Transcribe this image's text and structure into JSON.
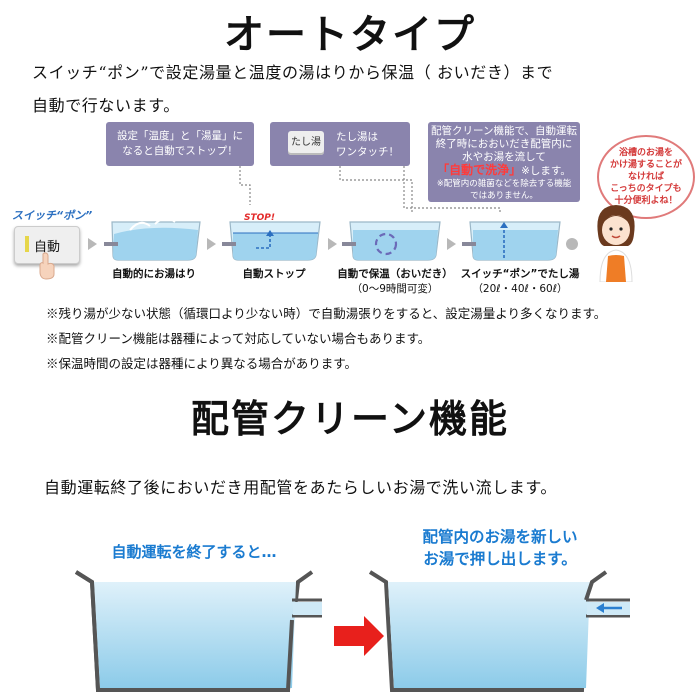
{
  "auto_section": {
    "title": "オートタイプ",
    "desc_line1": "スイッチ“ポン”で設定湯量と温度の湯はりから保温（ おいだき）まで",
    "desc_line2": "自動で行ないます。",
    "callout_left_l1": "設定「温度」と「湯量」に",
    "callout_left_l2": "なると自動でストップ！",
    "callout_mid_key": "たし湯",
    "callout_mid_l1": "たし湯は",
    "callout_mid_l2": "ワンタッチ！",
    "callout_right_l1": "配管クリーン機能で、自動運転",
    "callout_right_l2": "終了時におおいだき配管内に",
    "callout_right_l3": "水やお湯を流して",
    "callout_right_red": "「自動で洗浄」",
    "callout_right_l4": "※します。",
    "callout_right_s1": "※配管内の雑菌などを除去する機能",
    "callout_right_s2": "ではありません。",
    "switch_label": "スイッチ“ポン”",
    "switch_button": "自動",
    "stop_text": "STOP!",
    "steps": [
      {
        "l1": "自動的にお湯はり",
        "l2": ""
      },
      {
        "l1": "自動ストップ",
        "l2": ""
      },
      {
        "l1": "自動で保温（おいだき）",
        "l2": "（0〜9時間可変）"
      },
      {
        "l1": "スイッチ“ポン”でたし湯",
        "l2": "（20ℓ・40ℓ・60ℓ）"
      }
    ],
    "bubble_l1": "浴槽のお湯を",
    "bubble_l2": "かけ湯することが",
    "bubble_l3": "なければ",
    "bubble_l4": "こっちのタイプも",
    "bubble_l5": "十分便利よね！",
    "notes": [
      "※残り湯が少ない状態（循環口より少ない時）で自動湯張りをすると、設定湯量より多くなります。",
      "※配管クリーン機能は器種によって対応していない場合もあります。",
      "※保温時間の設定は器種により異なる場合があります。"
    ]
  },
  "pipe_section": {
    "title": "配管クリーン機能",
    "desc": "自動運転終了後においだき用配管をあたらしいお湯で洗い流します。",
    "left_caption": "自動運転を終了すると…",
    "right_caption_l1": "配管内のお湯を新しい",
    "right_caption_l2": "お湯で押し出します。"
  },
  "colors": {
    "callout": "#8a84ad",
    "water": "#a8d8ef",
    "blue_text": "#1a7bd0",
    "red_arrow": "#e8201c"
  }
}
